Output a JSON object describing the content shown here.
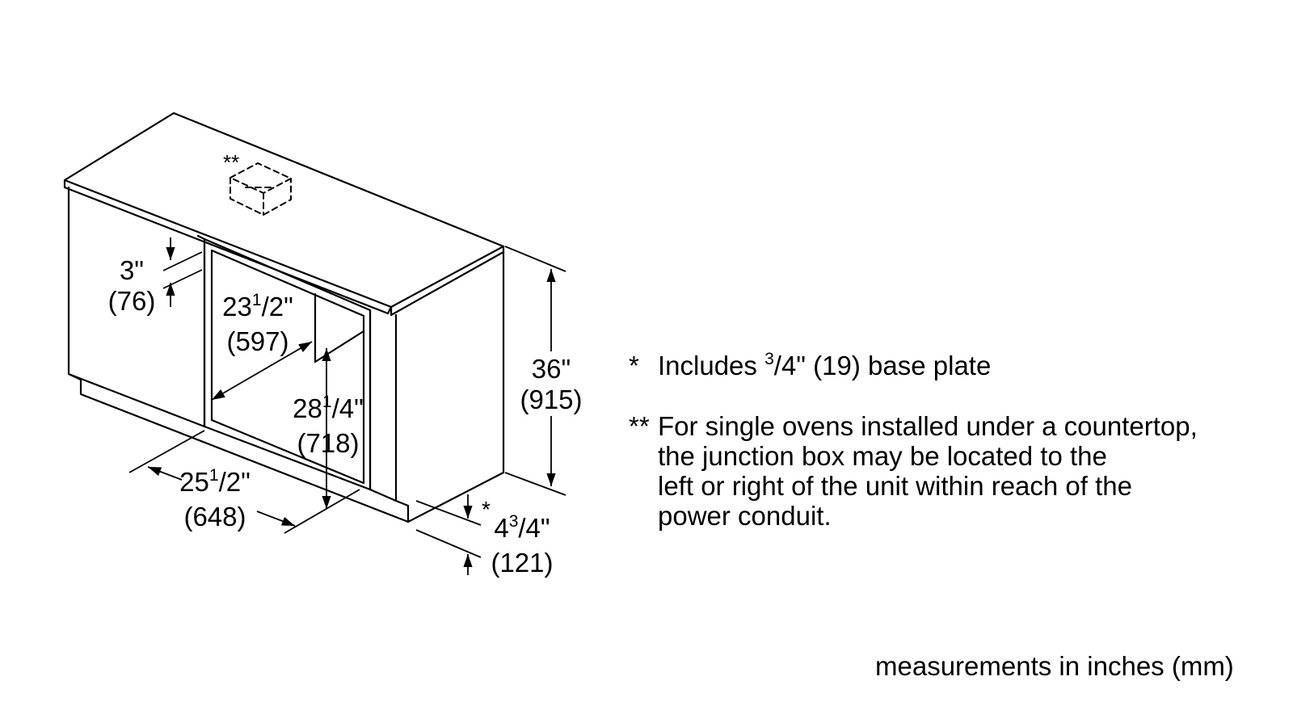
{
  "dimensions": {
    "cutout_top": {
      "in": "3\"",
      "mm": "(76)"
    },
    "cutout_depth": {
      "in_whole": "23",
      "in_frac_num": "1",
      "in_frac_den": "/2\"",
      "mm": "(597)"
    },
    "cutout_height": {
      "in_whole": "28",
      "in_frac_num": "1",
      "in_frac_den": "/4\"",
      "mm": "(718)"
    },
    "cutout_width": {
      "in_whole": "25",
      "in_frac_num": "1",
      "in_frac_den": "/2\"",
      "mm": "(648)"
    },
    "overall_height": {
      "in": "36\"",
      "mm": "(915)"
    },
    "base_height": {
      "in_whole": "4",
      "in_frac_num": "3",
      "in_frac_den": "/4\"",
      "mm": "(121)",
      "marker": "*"
    }
  },
  "junction_box_marker": "**",
  "notes": [
    {
      "marker": "*",
      "text_before": "Includes ",
      "frac_num": "3",
      "text_after": "/4\" (19) base plate"
    },
    {
      "marker": "**",
      "lines": [
        "For single ovens installed under a countertop,",
        "the junction box may be located to the",
        "left or right of the unit within reach of the",
        "power conduit."
      ]
    }
  ],
  "footer": "measurements in inches (mm)"
}
